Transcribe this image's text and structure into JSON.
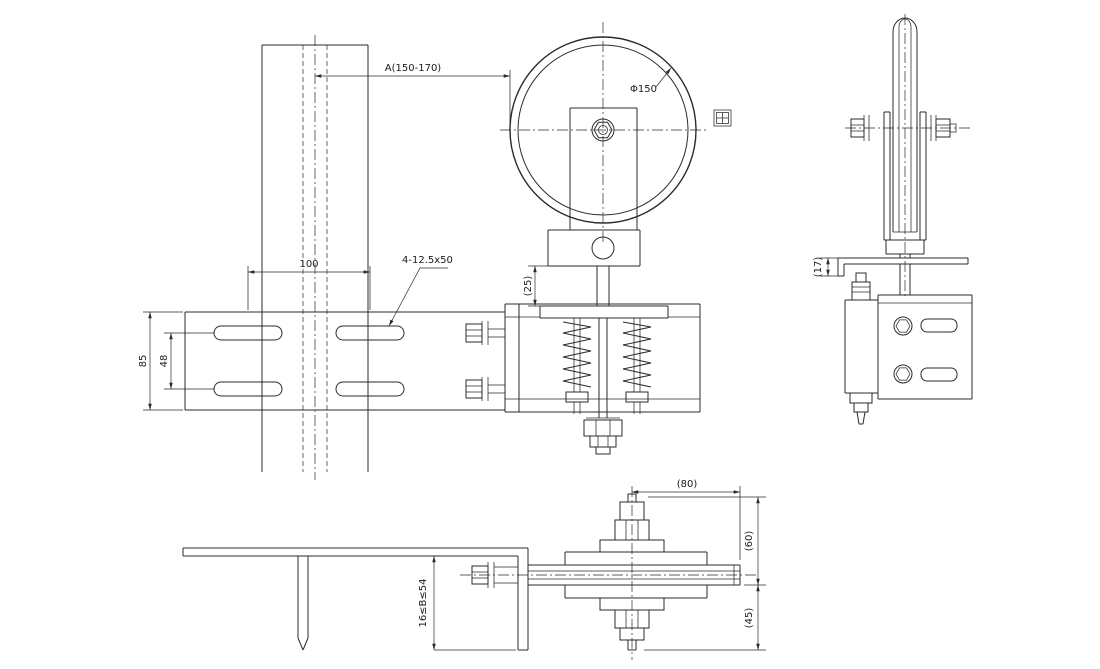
{
  "drawing": {
    "background": "#ffffff",
    "line_color": "#2b2b2b",
    "front_view": {
      "dim_a": "A(150-170)",
      "dim_diameter": "Φ150",
      "dim_column_width": "100",
      "slot_callout": "4-12.5x50",
      "dim_plate_height": "85",
      "dim_slot_spacing": "48",
      "dim_stem": "(25)"
    },
    "side_view": {
      "dim_offset": "(17)"
    },
    "bottom_view": {
      "dim_width": "(80)",
      "dim_upper": "(60)",
      "dim_lower": "(45)",
      "dim_beam_range": "16≤B≤54"
    },
    "icons": {
      "stamp": "maker-stamp"
    }
  }
}
